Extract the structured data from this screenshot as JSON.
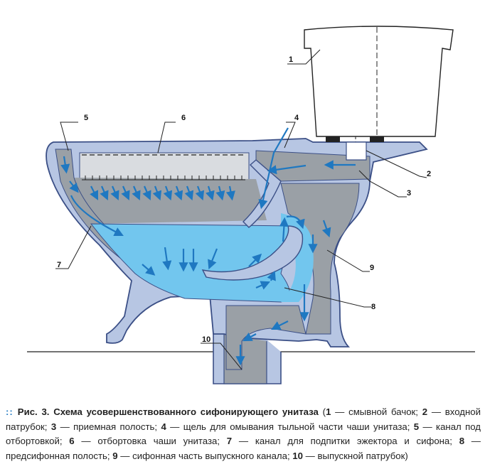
{
  "labels": {
    "l1": "1",
    "l2": "2",
    "l3": "3",
    "l4": "4",
    "l5": "5",
    "l6": "6",
    "l7": "7",
    "l8": "8",
    "l9": "9",
    "l10": "10"
  },
  "caption": {
    "marker": "::",
    "title": "Рис. 3. Схема усовершенствованного сифонирующего унитаза",
    "open": " (",
    "items": [
      {
        "num": "1",
        "text": " — смывной бачок; "
      },
      {
        "num": "2",
        "text": " — входной патрубок; "
      },
      {
        "num": "3",
        "text": " — приемная полость; "
      },
      {
        "num": "4",
        "text": " — щель для омывания тыльной части чаши унитаза; "
      },
      {
        "num": "5",
        "text": " — канал под отбортовкой; "
      },
      {
        "num": "6",
        "text": " — отбортовка чаши унитаза; "
      },
      {
        "num": "7",
        "text": " — канал для подпитки эжектора и сифона; "
      },
      {
        "num": "8",
        "text": " — предсифонная полость; "
      },
      {
        "num": "9",
        "text": " — сифонная часть выпускного канала; "
      },
      {
        "num": "10",
        "text": " — выпускной патрубок)"
      }
    ]
  },
  "colors": {
    "ceramic": "#b7c6e3",
    "outline": "#3b4f86",
    "cavity": "#9aa0a6",
    "water": "#72c6ee",
    "arrow": "#1f78c1"
  }
}
